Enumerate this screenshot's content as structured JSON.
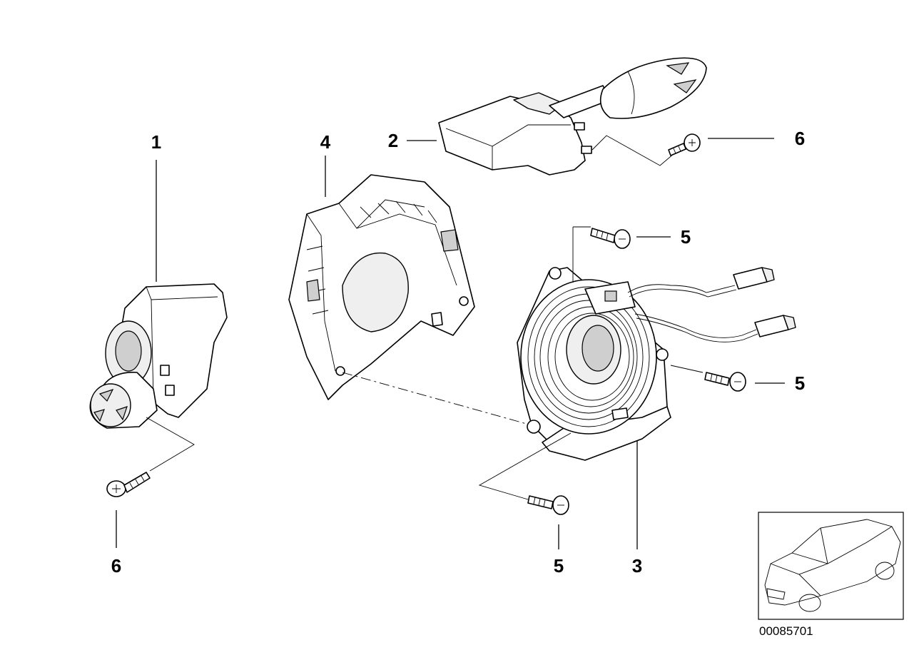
{
  "callouts": {
    "c1": "1",
    "c2": "2",
    "c3": "3",
    "c4": "4",
    "c5a": "5",
    "c5b": "5",
    "c5c": "5",
    "c6a": "6",
    "c6b": "6"
  },
  "diagram_code": "00085701"
}
